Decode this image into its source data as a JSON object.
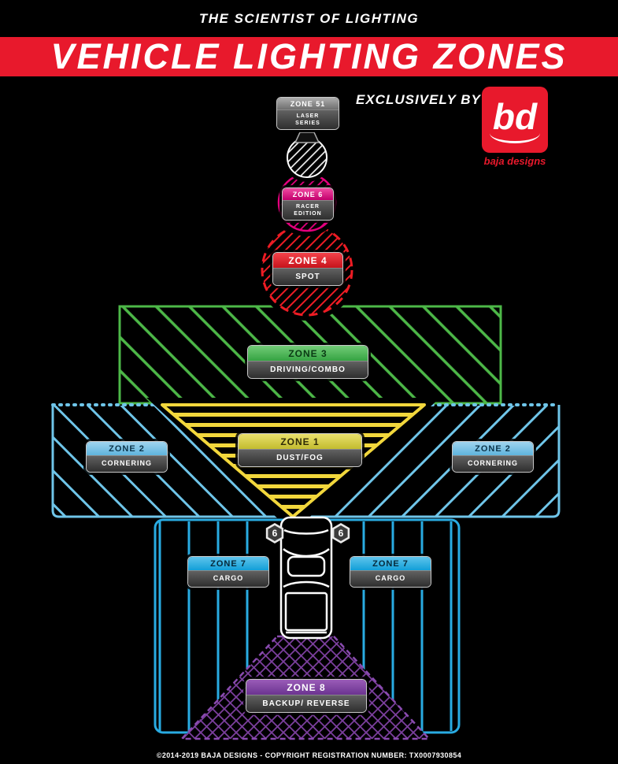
{
  "header": {
    "tagline": "THE SCIENTIST OF LIGHTING",
    "title": "VEHICLE LIGHTING ZONES",
    "exclusively_by": "EXCLUSIVELY BY",
    "logo": {
      "letters": "bd",
      "name": "baja designs"
    }
  },
  "zones": {
    "zone51": {
      "name": "ZONE 51",
      "desc": "LASER SERIES"
    },
    "zone6": {
      "name": "ZONE 6",
      "desc": "RACER EDITION"
    },
    "zone4": {
      "name": "ZONE 4",
      "desc": "SPOT"
    },
    "zone3": {
      "name": "ZONE 3",
      "desc": "DRIVING/COMBO"
    },
    "zone1": {
      "name": "ZONE 1",
      "desc": "DUST/FOG"
    },
    "zone2": {
      "name": "ZONE 2",
      "desc": "CORNERING"
    },
    "zone7": {
      "name": "ZONE 7",
      "desc": "CARGO"
    },
    "zone8": {
      "name": "ZONE 8",
      "desc": "BACKUP/ REVERSE"
    },
    "mirror_badge": "6"
  },
  "colors": {
    "banner_red": "#e8192c",
    "zone51_gray": "#8f8f8f",
    "zone6_magenta": "#e5007e",
    "zone4_red": "#ed1c24",
    "zone3_green": "#4db848",
    "zone1_yellow": "#f2d73c",
    "zone2_blue": "#6fc5e9",
    "zone7_cyan": "#29abe2",
    "zone8_purple": "#7b3f9d"
  },
  "footer": {
    "copyright": "©2014-2019 BAJA DESIGNS - COPYRIGHT REGISTRATION NUMBER: TX0007930854"
  }
}
